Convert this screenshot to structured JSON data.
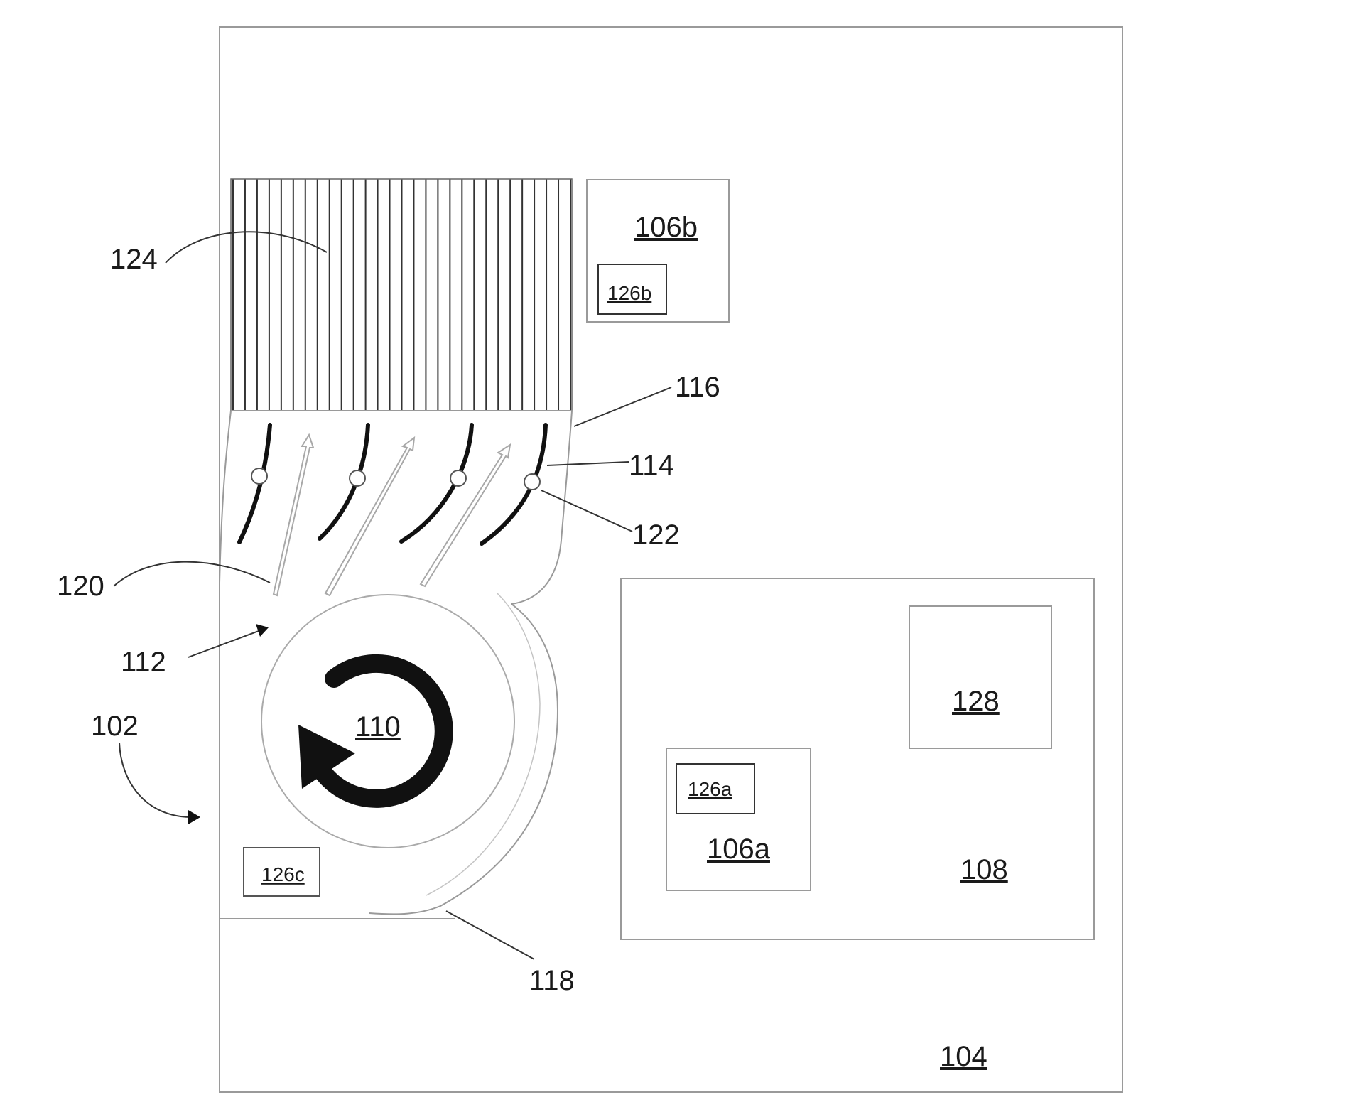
{
  "labels": {
    "l104": "104",
    "l106a": "106a",
    "l106b": "106b",
    "l108": "108",
    "l110": "110",
    "l126a": "126a",
    "l126b": "126b",
    "l126c": "126c",
    "l128": "128",
    "l102": "102",
    "l112": "112",
    "l114": "114",
    "l116": "116",
    "l118": "118",
    "l120": "120",
    "l122": "122",
    "l124": "124"
  },
  "colors": {
    "outline": "#9a9a9a",
    "ink": "#111111",
    "light": "#b5b5b5"
  }
}
